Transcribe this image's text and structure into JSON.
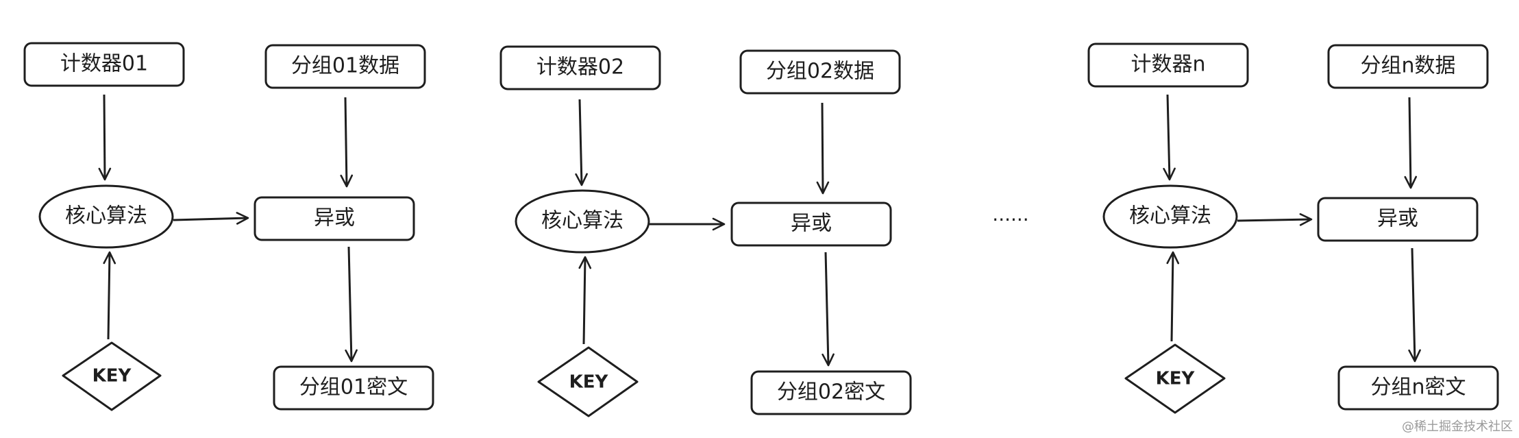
{
  "stages": [
    {
      "counter": "计数器01",
      "data": "分组01数据",
      "core": "核心算法",
      "xor": "异或",
      "key": "KEY",
      "cipher": "分组01密文"
    },
    {
      "counter": "计数器02",
      "data": "分组02数据",
      "core": "核心算法",
      "xor": "异或",
      "key": "KEY",
      "cipher": "分组02密文"
    },
    {
      "counter": "计数器n",
      "data": "分组n数据",
      "core": "核心算法",
      "xor": "异或",
      "key": "KEY",
      "cipher": "分组n密文"
    }
  ],
  "ellipsis": "......",
  "watermark": "@稀土掘金技术社区",
  "colors": {
    "stroke": "#1e1e1e",
    "watermark": "#9a9a9a"
  }
}
